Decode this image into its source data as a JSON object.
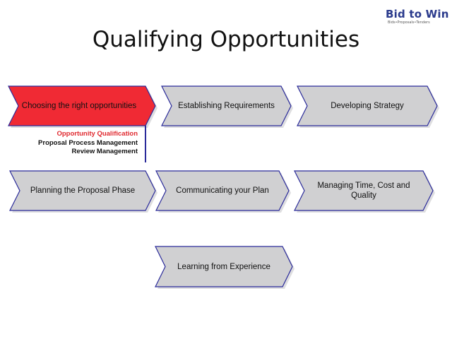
{
  "logo": {
    "name_part1": "Bid to ",
    "name_part2": "Win",
    "tagline": "Bids•Proposals•Tenders",
    "color": "#2a3a8c"
  },
  "title": "Qualifying Opportunities",
  "colors": {
    "active_fill": "#f02a34",
    "inactive_fill": "#d0d0d2",
    "outline": "#2a2a9a",
    "active_text": "#e0282e"
  },
  "steps": [
    {
      "label": "Choosing the right opportunities",
      "active": true
    },
    {
      "label": "Establishing Requirements",
      "active": false
    },
    {
      "label": "Developing Strategy",
      "active": false
    },
    {
      "label": "Planning the Proposal Phase",
      "active": false
    },
    {
      "label": "Communicating your Plan",
      "active": false
    },
    {
      "label": "Managing Time, Cost and Quality",
      "active": false
    },
    {
      "label": "Learning from Experience",
      "active": false
    }
  ],
  "sub_items": [
    {
      "label": "Opportunity Qualification",
      "active": true
    },
    {
      "label": "Proposal Process Management",
      "active": false
    },
    {
      "label": "Review Management",
      "active": false
    }
  ]
}
